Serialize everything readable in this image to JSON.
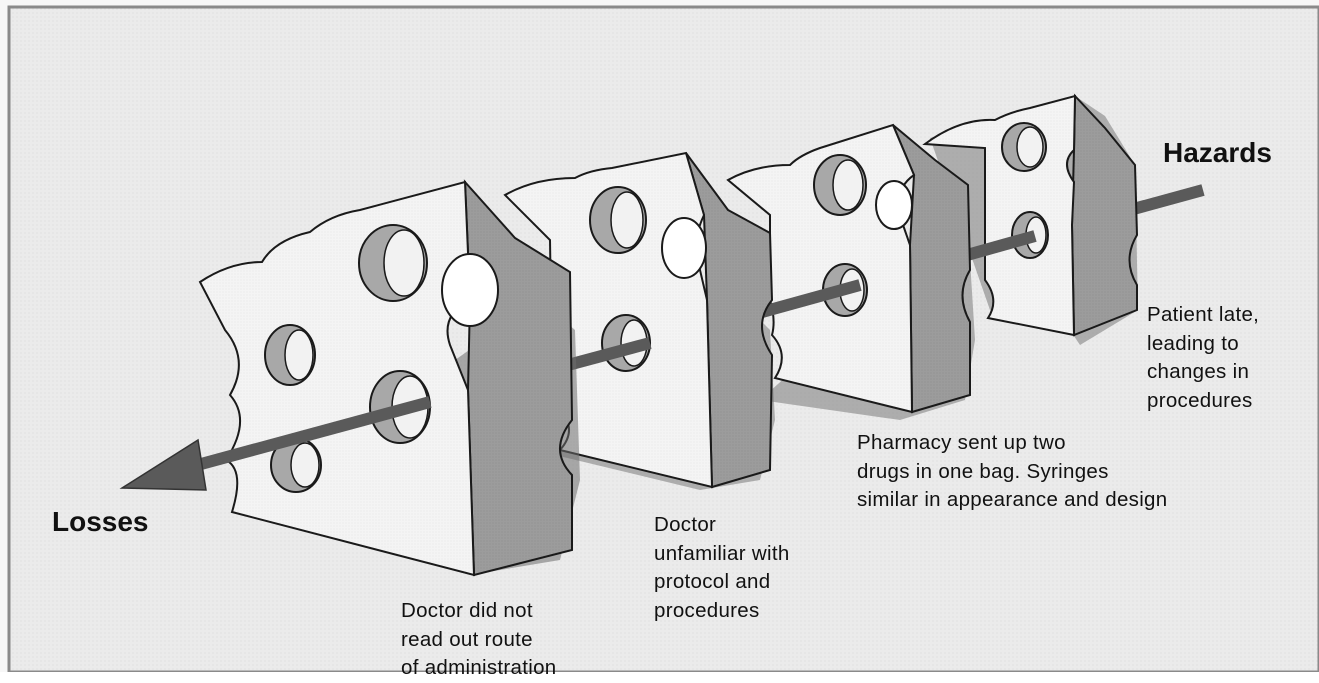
{
  "diagram": {
    "type": "swiss-cheese-model",
    "colors": {
      "background": "#ebebeb",
      "border": "#8a8a8a",
      "cheese_face": "#f2f2f2",
      "cheese_side": "#9a9a9a",
      "hole_shadow": "#a8a8a8",
      "arrow": "#5a5a5a",
      "outline": "#1a1a1a"
    },
    "labels": {
      "hazards": "Hazards",
      "losses": "Losses",
      "slice_1": "Patient late,\nleading to\nchanges in\nprocedures",
      "slice_2": "Pharmacy sent up two\ndrugs in one bag. Syringes\nsimilar in appearance and design",
      "slice_3": "Doctor\nunfamiliar with\nprotocol and\nprocedures",
      "slice_4": "Doctor did not\nread out route\nof administration"
    },
    "icons": {
      "slice": "cheese-slice-icon",
      "arrow": "trajectory-arrow-icon"
    }
  }
}
